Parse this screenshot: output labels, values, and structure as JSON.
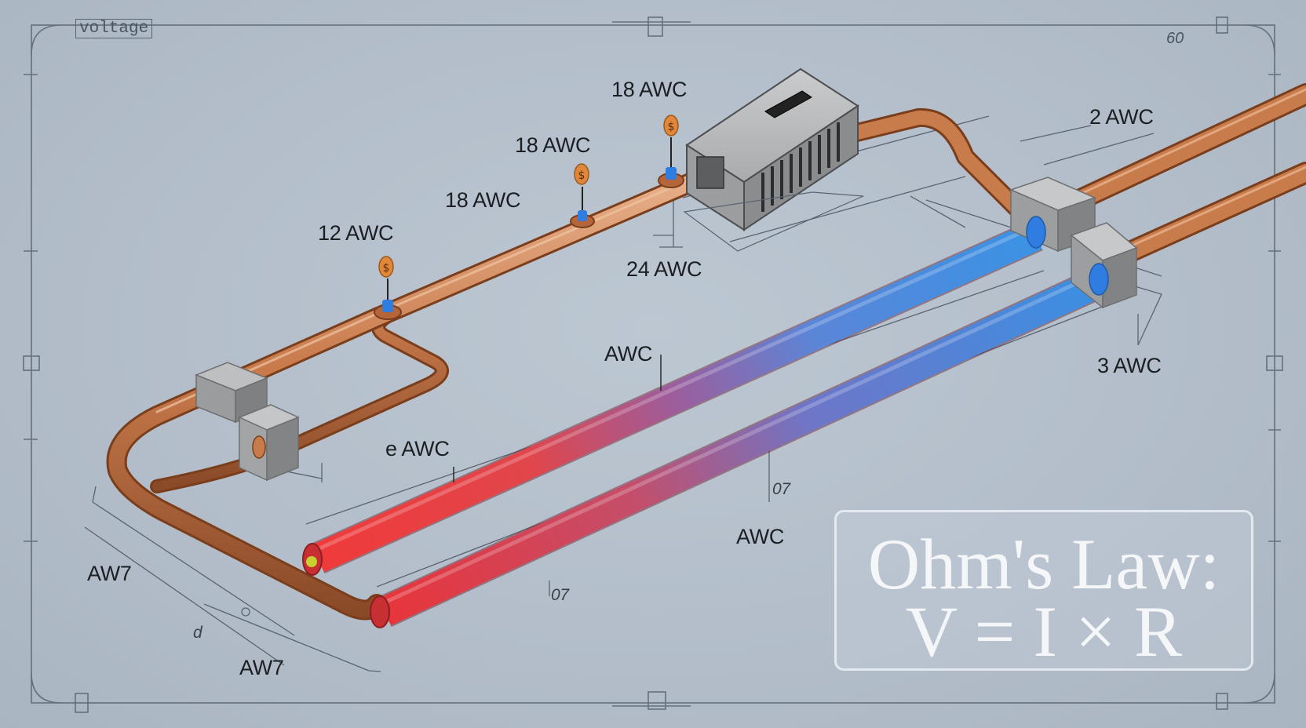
{
  "frame": {
    "stamp": "voltage",
    "sheet_number": "60"
  },
  "wire_labels": {
    "top_18": "18 AWC",
    "mid_18": "18 AWC",
    "left_18": "18 AWC",
    "awc_12": "12 AWC",
    "awc_24": "24 AWC",
    "awc_2": "2 AWC",
    "awc_3": "3 AWC",
    "awc_center": "AWC",
    "awc_e": "e AWC",
    "awc_lower": "AWC",
    "aw7_left": "AW7",
    "aw7_bottom": "AW7"
  },
  "dimension_marks": {
    "d07_right": "07",
    "d07_bottom": "07",
    "d_left": "d"
  },
  "formula": {
    "line1": "Ohm's Law:",
    "line2": "V = I × R"
  },
  "colors": {
    "background": "#b3bfcb",
    "copper": "#c47a4a",
    "hot_wire": "#e83a3e",
    "cold_wire": "#3f8fe0",
    "housing": "#8e9092"
  }
}
